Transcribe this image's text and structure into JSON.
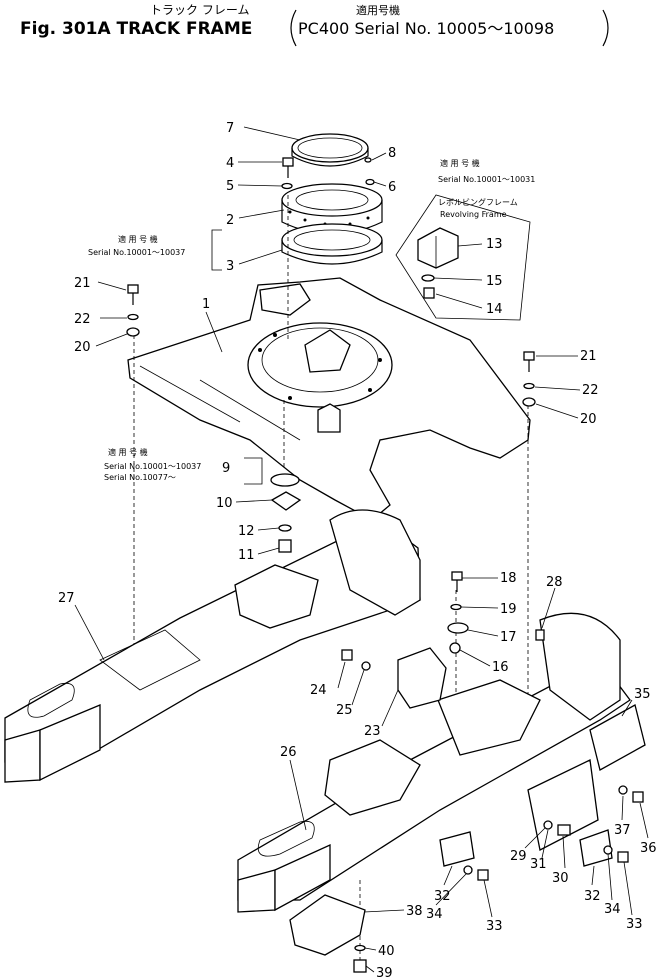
{
  "header": {
    "jp_title": "トラック フレーム",
    "title": "Fig. 301A TRACK FRAME",
    "jp_applicable": "適用号機",
    "applicable": "PC400 Serial No. 10005～10098"
  },
  "notes": [
    {
      "jp": "適 用 号 機",
      "text": "Serial No.10001～10031"
    },
    {
      "jp": "レボルビングフレーム",
      "text": "Revolving Frame"
    },
    {
      "jp": "適 用 号 機",
      "text": "Serial No.10001～10037"
    },
    {
      "jp": "適 用 号 機",
      "text": "Serial No.10001～10037",
      "text2": "Serial No.10077～"
    }
  ],
  "parts": [
    {
      "id": "p1",
      "label": "1"
    },
    {
      "id": "p2",
      "label": "2"
    },
    {
      "id": "p3",
      "label": "3"
    },
    {
      "id": "p4",
      "label": "4"
    },
    {
      "id": "p5",
      "label": "5"
    },
    {
      "id": "p6",
      "label": "6"
    },
    {
      "id": "p7",
      "label": "7"
    },
    {
      "id": "p8",
      "label": "8"
    },
    {
      "id": "p9",
      "label": "9"
    },
    {
      "id": "p10",
      "label": "10"
    },
    {
      "id": "p11",
      "label": "11"
    },
    {
      "id": "p12",
      "label": "12"
    },
    {
      "id": "p13",
      "label": "13"
    },
    {
      "id": "p14",
      "label": "14"
    },
    {
      "id": "p15",
      "label": "15"
    },
    {
      "id": "p16",
      "label": "16"
    },
    {
      "id": "p17",
      "label": "17"
    },
    {
      "id": "p18",
      "label": "18"
    },
    {
      "id": "p19",
      "label": "19"
    },
    {
      "id": "p20a",
      "label": "20"
    },
    {
      "id": "p20b",
      "label": "20"
    },
    {
      "id": "p21a",
      "label": "21"
    },
    {
      "id": "p21b",
      "label": "21"
    },
    {
      "id": "p22a",
      "label": "22"
    },
    {
      "id": "p22b",
      "label": "22"
    },
    {
      "id": "p23",
      "label": "23"
    },
    {
      "id": "p24",
      "label": "24"
    },
    {
      "id": "p25",
      "label": "25"
    },
    {
      "id": "p26",
      "label": "26"
    },
    {
      "id": "p27",
      "label": "27"
    },
    {
      "id": "p28",
      "label": "28"
    },
    {
      "id": "p29",
      "label": "29"
    },
    {
      "id": "p30",
      "label": "30"
    },
    {
      "id": "p31",
      "label": "31"
    },
    {
      "id": "p32a",
      "label": "32"
    },
    {
      "id": "p32b",
      "label": "32"
    },
    {
      "id": "p33a",
      "label": "33"
    },
    {
      "id": "p33b",
      "label": "33"
    },
    {
      "id": "p34a",
      "label": "34"
    },
    {
      "id": "p34b",
      "label": "34"
    },
    {
      "id": "p35",
      "label": "35"
    },
    {
      "id": "p36",
      "label": "36"
    },
    {
      "id": "p37",
      "label": "37"
    },
    {
      "id": "p38",
      "label": "38"
    },
    {
      "id": "p39",
      "label": "39"
    },
    {
      "id": "p40",
      "label": "40"
    }
  ]
}
